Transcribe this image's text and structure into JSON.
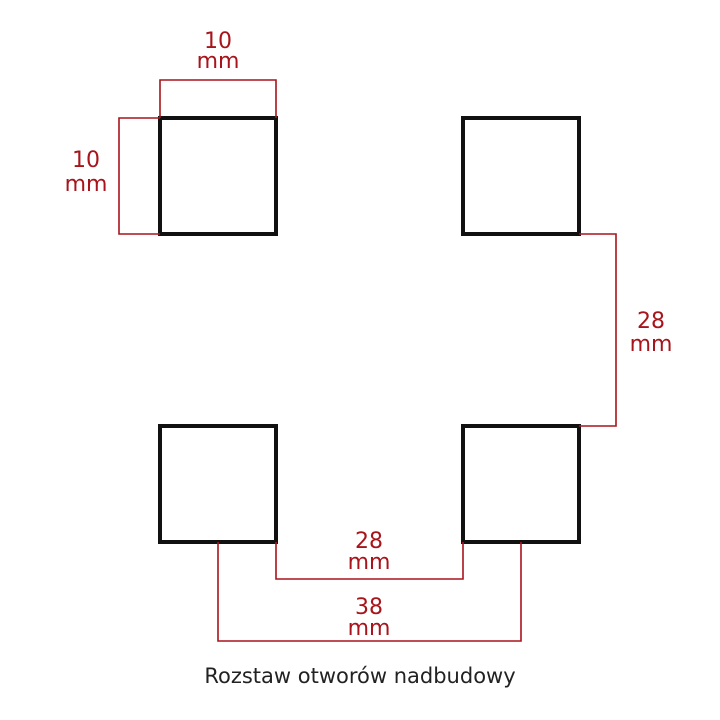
{
  "dimensions": {
    "hole_width": {
      "value": "10",
      "unit": "mm"
    },
    "hole_height": {
      "value": "10",
      "unit": "mm"
    },
    "vertical_spacing": {
      "value": "28",
      "unit": "mm"
    },
    "horizontal_gap": {
      "value": "28",
      "unit": "mm"
    },
    "center_spacing": {
      "value": "38",
      "unit": "mm"
    }
  },
  "caption": "Rozstaw otworów nadbudowy",
  "colors": {
    "dimension": "#a8141b",
    "outline": "#111111"
  }
}
